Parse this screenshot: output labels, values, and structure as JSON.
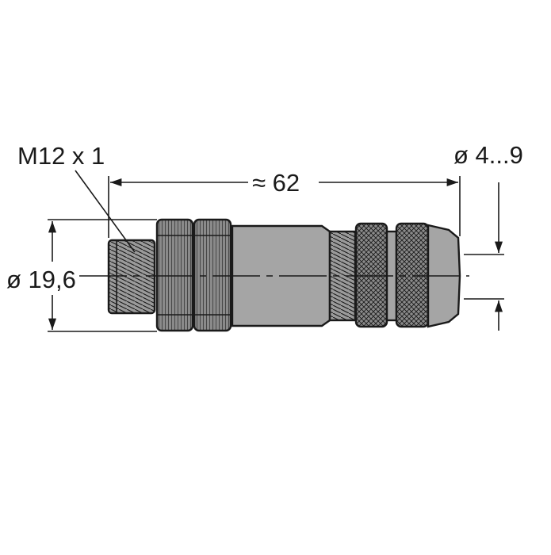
{
  "labels": {
    "thread": "M12 x 1",
    "length": "≈ 62",
    "cable_diameter": "ø 4...9",
    "body_diameter": "ø 19,6"
  },
  "colors": {
    "line": "#1a1a1a",
    "body_fill": "#a5a5a5",
    "knurl_fill": "#7a7a7a",
    "background": "#ffffff"
  }
}
